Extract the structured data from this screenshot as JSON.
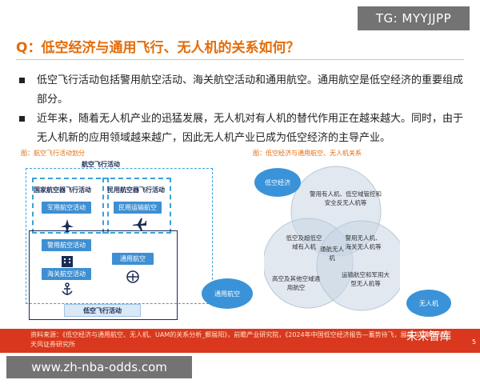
{
  "watermark_top": "TG: MYYJJPP",
  "title": "Q：低空经济与通用飞行、无人机的关系如何？",
  "bullets": [
    "低空飞行活动包括警用航空活动、海关航空活动和通用航空。通用航空是低空经济的重要组成部分。",
    "近年来，随着无人机产业的迅猛发展，无人机对有人机的替代作用正在越来越大。同时，由于无人机新的应用领域越来越广，因此无人机产业已成为低空经济的主导产业。"
  ],
  "left_figure": {
    "caption": "图：航空飞行活动划分",
    "top_label": "航空飞行活动",
    "state_box_title": "国家航空器飞行活动",
    "civil_box_title": "民用航空器飞行活动",
    "military": "军用航空活动",
    "civil_transport": "民用运输航空",
    "police": "警用航空活动",
    "customs": "海关航空活动",
    "general": "通用航空",
    "low_altitude": "低空飞行活动"
  },
  "right_figure": {
    "caption": "图：低空经济与通用航空、无人机关系",
    "low_economy": "低空经济",
    "general_aviation": "通用航空",
    "uav": "无人机",
    "top_overlap": "警用有人机、低空域管控和安全反无人机等",
    "left_top": "低空及超低空域有人机",
    "right_top": "警用无人机、海关无人机等",
    "center": "通航无人机",
    "left_bottom": "高空及其他空域通用航空",
    "right_bottom": "运输航空和军用大型无人机等"
  },
  "footer": {
    "source_text": "资料来源：《低空经济与通用航空、无人机、UAM的关系分析_郵展阳》，前瞻产业研究院，《2024年中国低空经济报告—蓄势待飞，展翅万亿新赛道》，天风证券研究所",
    "brand": "未来智库",
    "page": "5"
  },
  "watermark_bottom": "www.zh-nba-odds.com",
  "colors": {
    "accent": "#e36c0a",
    "blue": "#3f8fd2",
    "footer": "#d9381e"
  }
}
